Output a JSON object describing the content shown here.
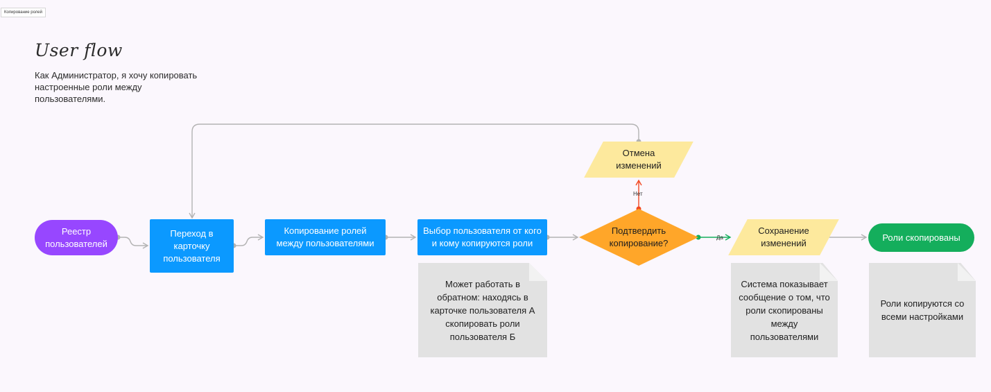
{
  "frame_label": "Копирование ролей",
  "title": "User flow",
  "subtitle": "Как Администратор, я хочу копировать настроенные роли между пользователями.",
  "nodes": {
    "start": "Реестр пользователей",
    "open_card": "Переход в карточку пользователя",
    "copy_roles": "Копирование ролей между пользователями",
    "select_users": "Выбор пользователя от кого и кому копируются роли",
    "decision": "Подтвердить копирование?",
    "cancel": "Отмена изменений",
    "save": "Сохранение изменений",
    "end": "Роли скопированы"
  },
  "edge_labels": {
    "no": "Нет",
    "yes": "Да"
  },
  "notes": {
    "select_users_note": "Может работать в обратном: находясь в карточке пользователя А скопировать роли пользователя Б",
    "save_note": "Система показывает сообщение о том, что роли скопированы между пользователями",
    "end_note": "Роли копируются со всеми настройками"
  },
  "colors": {
    "start": "#9747ff",
    "process": "#0b99ff",
    "decision": "#ffa629",
    "io": "#fde99d",
    "end": "#14ae5c",
    "note": "#e2e2e2",
    "connector": "#b3b3b3",
    "no_arrow": "#f24822",
    "yes_arrow": "#14ae5c"
  }
}
